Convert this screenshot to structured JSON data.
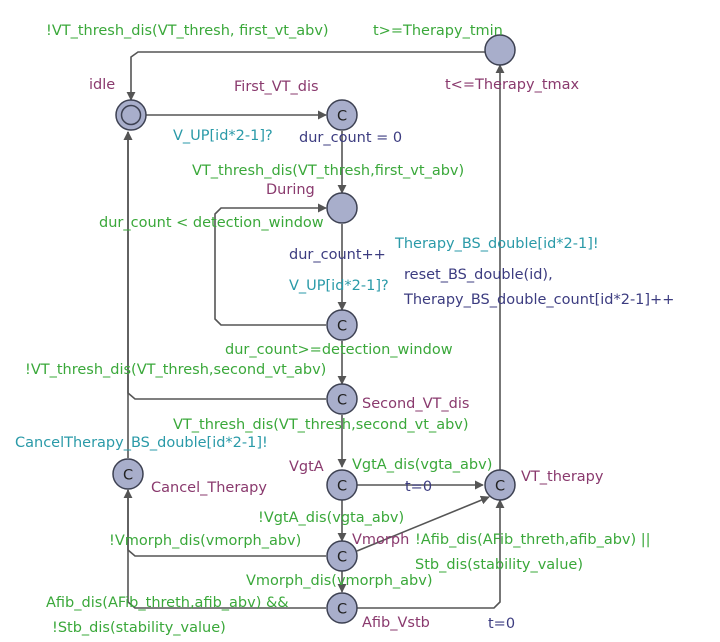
{
  "locations": {
    "idle": "idle",
    "first_vt_dis": "First_VT_dis",
    "during": "During",
    "second_vt_dis": "Second_VT_dis",
    "vgta": "VgtA",
    "vmorph": "Vmorph",
    "afib_vstb": "Afib_Vstb",
    "cancel_therapy": "Cancel_Therapy",
    "vt_therapy": "VT_therapy",
    "committed_mark": "C"
  },
  "invariants": {
    "therapy_top": "t<=Therapy_tmax"
  },
  "labels": {
    "top_guard_left": "!VT_thresh_dis(VT_thresh, first_vt_abv)",
    "top_guard_right": "t>=Therapy_tmin",
    "idle_to_first_sync": "V_UP[id*2-1]?",
    "idle_to_first_update": "dur_count = 0",
    "first_to_during_guard": "VT_thresh_dis(VT_thresh,first_vt_abv)",
    "loop_guard": "dur_count < detection_window",
    "loop_update": "dur_count++",
    "loop_sync": "V_UP[id*2-1]?",
    "therapy_sync": "Therapy_BS_double[id*2-1]!",
    "therapy_update_1": "reset_BS_double(id),",
    "therapy_update_2": "Therapy_BS_double_count[id*2-1]++",
    "to_second_guard": "dur_count>=detection_window",
    "second_back_guard": "!VT_thresh_dis(VT_thresh,second_vt_abv)",
    "second_to_vgta_guard": "VT_thresh_dis(VT_thresh,second_vt_abv)",
    "cancel_sync": "CancelTherapy_BS_double[id*2-1]!",
    "vgta_to_therapy_guard": "VgtA_dis(vgta_abv)",
    "vgta_to_therapy_update": "t=0",
    "vgta_to_vmorph_guard": "!VgtA_dis(vgta_abv)",
    "vmorph_to_cancel_guard": "!Vmorph_dis(vmorph_abv)",
    "vmorph_to_therapy_guard_1": "!Afib_dis(AFib_threth,afib_abv) ||",
    "vmorph_to_therapy_guard_2": "Stb_dis(stability_value)",
    "vmorph_to_afib_guard": "Vmorph_dis(vmorph_abv)",
    "afib_to_cancel_guard_1": "Afib_dis(AFib_threth,afib_abv) &&",
    "afib_to_cancel_guard_2": "!Stb_dis(stability_value)",
    "afib_to_therapy_update": "t=0"
  },
  "colors": {
    "location_fill": "#a8aecb",
    "location_stroke": "#3d4152",
    "edge": "#555555",
    "name": "#8a3a6e",
    "guard": "#3aa83a",
    "sync": "#2a9aa8",
    "update": "#3c3c80"
  }
}
